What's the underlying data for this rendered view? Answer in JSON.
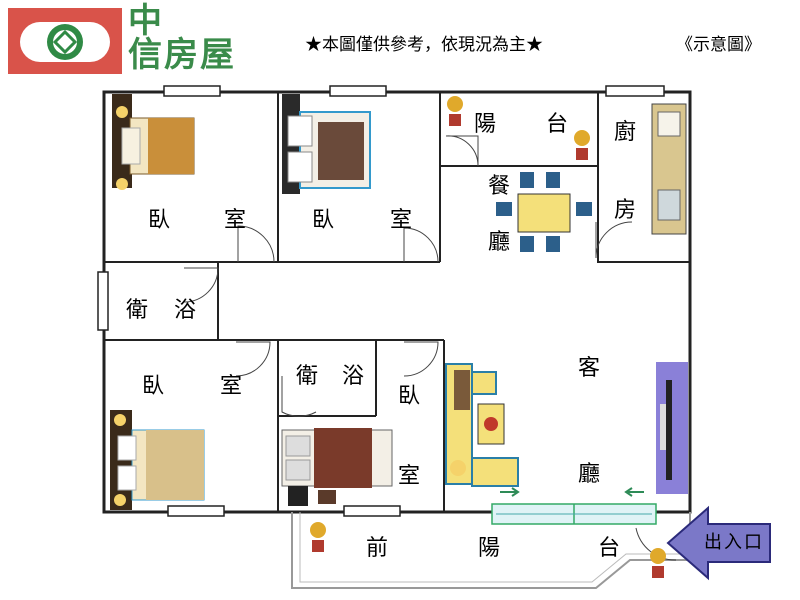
{
  "header": {
    "brand_name_line1": "中",
    "brand_name_line2": "信房屋",
    "notice": "★本圖僅供參考，依現況為主★",
    "schematic_tag": "《示意圖》"
  },
  "rooms": {
    "bedroom_tl_a": "臥",
    "bedroom_tl_b": "室",
    "bedroom_tm_a": "臥",
    "bedroom_tm_b": "室",
    "balcony_back_a": "陽",
    "balcony_back_b": "台",
    "kitchen_a": "廚",
    "kitchen_b": "房",
    "dining_a": "餐",
    "dining_b": "廳",
    "bath_left_a": "衛",
    "bath_left_b": "浴",
    "bedroom_bl_a": "臥",
    "bedroom_bl_b": "室",
    "bath_mid_a": "衛",
    "bath_mid_b": "浴",
    "bedroom_bm_a": "臥",
    "bedroom_bm_b": "室",
    "living_a": "客",
    "living_b": "廳",
    "front_balcony_a": "前",
    "front_balcony_b": "陽",
    "front_balcony_c": "台"
  },
  "entrance": {
    "label": "出入口"
  },
  "colors": {
    "brand_red": "#d9534a",
    "brand_green": "#3a8b4a",
    "wall": "#222222",
    "tv_wall": "#8a80d8",
    "entrance_arrow": "#7b78c8",
    "window_green": "#2e8b57"
  }
}
